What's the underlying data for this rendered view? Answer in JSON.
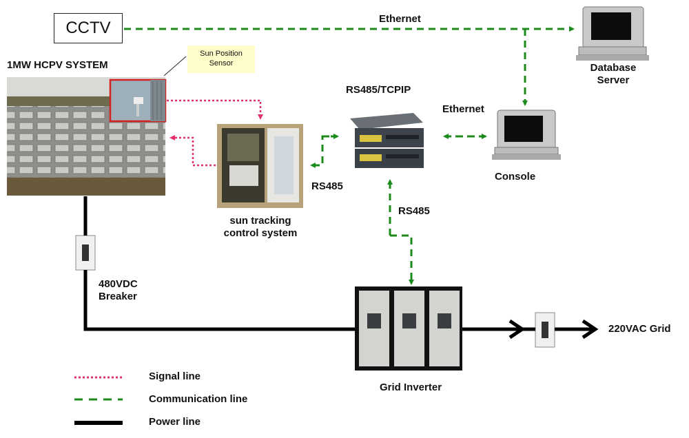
{
  "nodes": {
    "cctv": "CCTV",
    "hcpv_system": "1MW HCPV SYSTEM",
    "sun_position_sensor": [
      "Sun Position",
      "Sensor"
    ],
    "converter": "RS485/TCPIP",
    "database_server": [
      "Database",
      "Server"
    ],
    "console": "Console",
    "sun_tracking": [
      "sun tracking",
      "control system"
    ],
    "breaker_480": [
      "480VDC",
      "Breaker"
    ],
    "grid_inverter": "Grid Inverter",
    "grid_220": "220VAC Grid"
  },
  "edges": {
    "ethernet_top": "Ethernet",
    "ethernet_console": "Ethernet",
    "rs485_tracking": "RS485",
    "rs485_inverter": "RS485"
  },
  "legend": [
    {
      "label": "Signal line",
      "color": "#e0306e",
      "style": "dotted"
    },
    {
      "label": "Communication line",
      "color": "#1a8a1a",
      "style": "dashed"
    },
    {
      "label": "Power line",
      "color": "#000000",
      "style": "solid"
    }
  ],
  "colors": {
    "signal": "#e0306e",
    "communication": "#1a8a1a",
    "power": "#000000",
    "sensor_frame": "#d42020",
    "callout_bg": "#fefcc8"
  }
}
